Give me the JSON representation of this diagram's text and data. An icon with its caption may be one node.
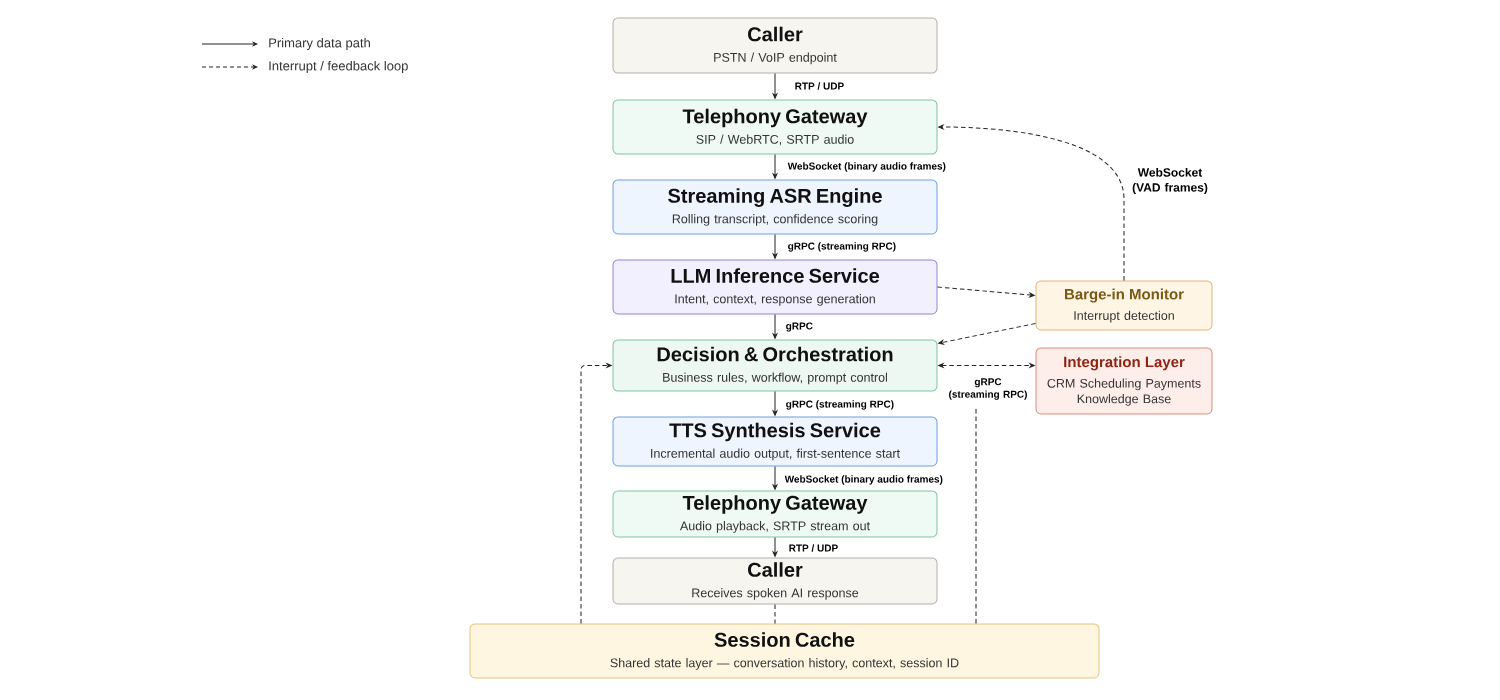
{
  "diagram": {
    "nodes": [
      {
        "text": [
          "Caller",
          "PSTN / VoIP endpoint"
        ]
      },
      {
        "text": [
          "Telephony Gateway",
          "SIP / WebRTC, SRTP audio"
        ]
      },
      {
        "text": [
          "Streaming ASR Engine",
          "Rolling transcript, confidence scoring"
        ]
      },
      {
        "text": [
          "LLM Inference Service",
          "Intent, context, response generation"
        ]
      },
      {
        "text": [
          "Barge-in Monitor",
          "Interrupt detection"
        ]
      },
      {
        "text": [
          "Decision & Orchestration",
          "Business rules, workflow, prompt control"
        ]
      },
      {
        "text": [
          "Integration Layer",
          "CRM Scheduling Payments Knowledge Base"
        ]
      },
      {
        "text": [
          "TTS Synthesis Service",
          "Incremental audio output, first-sentence start"
        ]
      },
      {
        "text": [
          "Telephony Gateway",
          "Audio playback, SRTP stream out"
        ]
      },
      {
        "text": [
          "Caller",
          "Receives spoken AI response"
        ]
      },
      {
        "text": [
          "Session Cache",
          "Shared state layer — conversation history, context, session ID"
        ]
      }
    ],
    "edges": [
      {
        "from": 0,
        "to": 1,
        "arrow": "to",
        "label": "RTP / UDP"
      },
      {
        "from": 1,
        "to": 2,
        "arrow": "to",
        "label": "WebSocket (binary audio frames)"
      },
      {
        "from": 2,
        "to": 3,
        "arrow": "to",
        "label": "gRPC (streaming RPC)"
      },
      {
        "from": 3,
        "to": 4,
        "arrow": "to",
        "style": "dashed"
      },
      {
        "from": 3,
        "to": 5,
        "arrow": "to",
        "label": "gRPC"
      },
      {
        "from": 4,
        "to": 1,
        "arrow": "to",
        "style": "dashed",
        "label": "WebSocket (VAD frames)"
      },
      {
        "from": 4,
        "to": 5,
        "arrow": "to",
        "style": "dashed"
      },
      {
        "from": 5,
        "to": 6,
        "arrow": "both",
        "style": "dashed",
        "label": "gRPC (streaming RPC)"
      },
      {
        "from": 5,
        "to": 7,
        "arrow": "to",
        "label": "gRPC (streaming RPC)"
      },
      {
        "from": 7,
        "to": 8,
        "arrow": "to",
        "label": "WebSocket (binary audio frames)"
      },
      {
        "from": 8,
        "to": 9,
        "arrow": "to",
        "label": "RTP / UDP"
      },
      {
        "from": 9,
        "to": 10,
        "arrow": "none",
        "style": "dashed"
      },
      {
        "from": 10,
        "to": 5,
        "arrow": "to",
        "style": "dashed"
      },
      {
        "from": 10,
        "to": null,
        "arrow": "none",
        "style": "dashed"
      }
    ],
    "legend": [
      {
        "text": "Primary data path"
      },
      {
        "text": "Interrupt / feedback loop"
      }
    ]
  }
}
